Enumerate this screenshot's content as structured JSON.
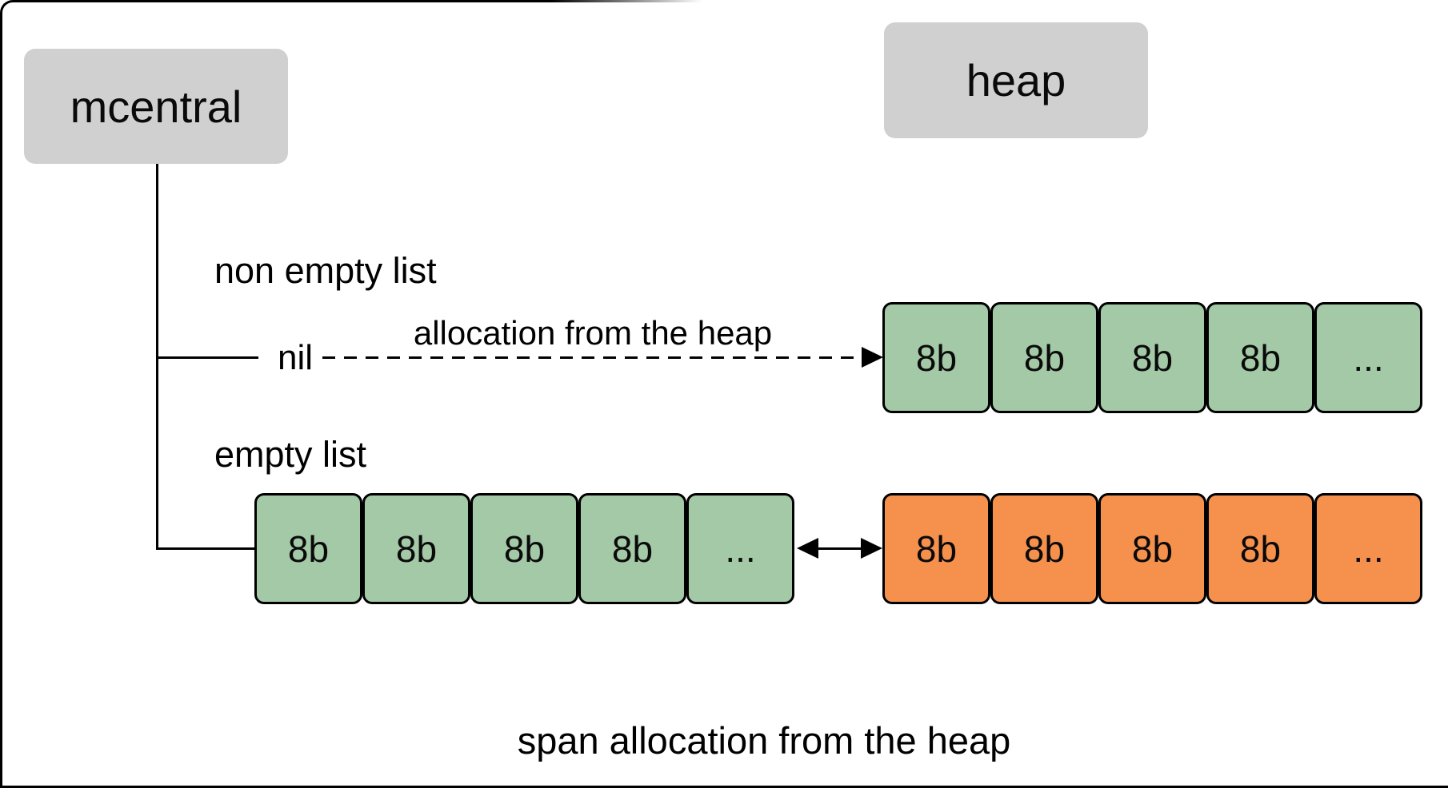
{
  "diagram": {
    "nodes": {
      "mcentral": "mcentral",
      "heap": "heap"
    },
    "labels": {
      "non_empty_list": "non empty list",
      "empty_list": "empty list",
      "nil": "nil",
      "allocation_arrow": "allocation from the heap"
    },
    "caption": "span allocation from the heap",
    "rows": {
      "non_empty": {
        "cells": [
          "8b",
          "8b",
          "8b",
          "8b",
          "..."
        ]
      },
      "empty": {
        "cells": [
          "8b",
          "8b",
          "8b",
          "8b",
          "..."
        ]
      },
      "heap_spans": {
        "cells": [
          "8b",
          "8b",
          "8b",
          "8b",
          "..."
        ]
      }
    },
    "colors": {
      "span_green": "#a3c9a7",
      "span_orange": "#f5914d",
      "node_gray": "#d0d0d0",
      "line_black": "#000000"
    }
  }
}
